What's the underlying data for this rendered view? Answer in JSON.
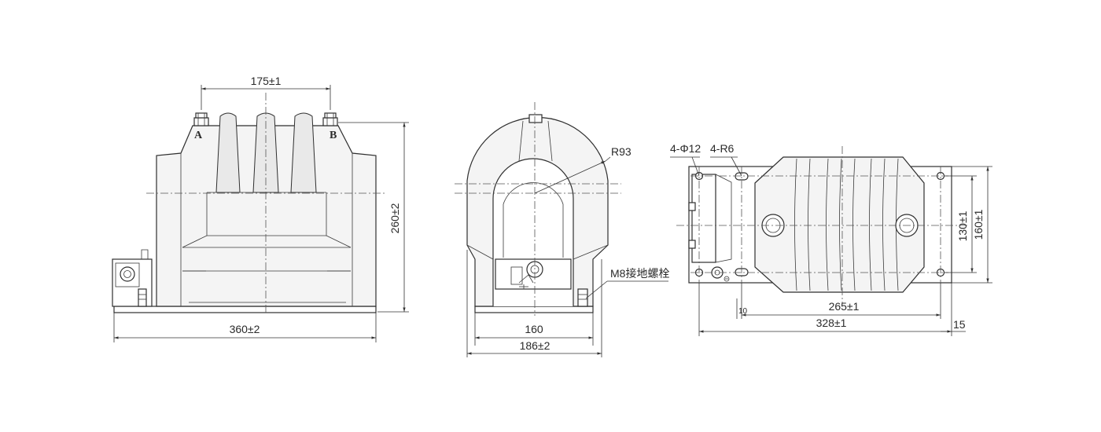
{
  "front_view": {
    "terminal_a": "A",
    "terminal_b": "B",
    "dim_terminal_spacing": "175±1",
    "dim_height": "260±2",
    "dim_base_length": "360±2"
  },
  "side_view": {
    "dim_radius": "R93",
    "dim_inner_width": "160",
    "dim_base_width": "186±2",
    "ground_bolt_label": "M8接地螺栓"
  },
  "top_view": {
    "dim_holes": "4-Φ12",
    "dim_slots": "4-R6",
    "dim_inner_spacing": "130±1",
    "dim_outer_spacing": "160±1",
    "dim_hole_pitch_small": "265±1",
    "dim_offset": "10",
    "dim_hole_pitch_large": "328±1",
    "dim_edge": "15"
  }
}
